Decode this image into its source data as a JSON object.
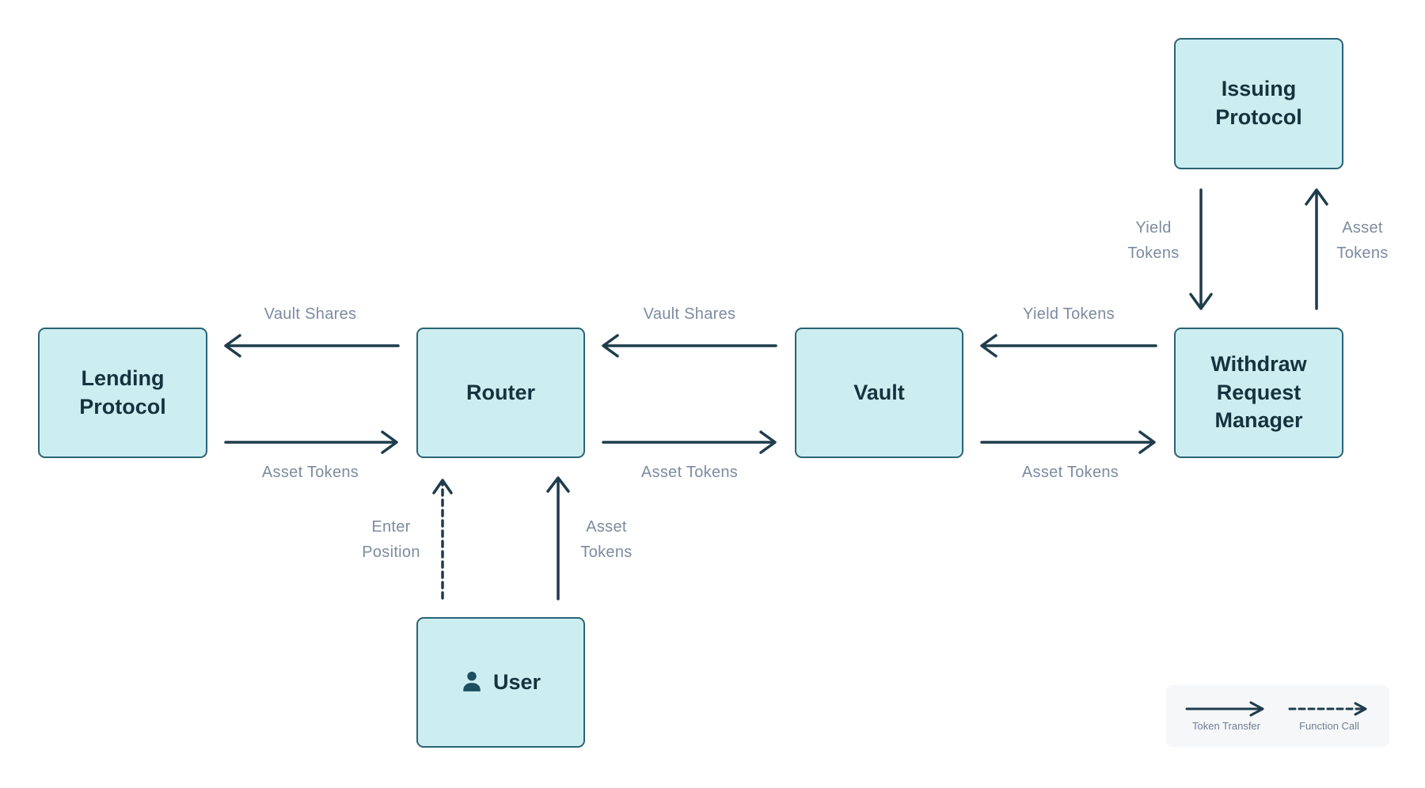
{
  "diagram": {
    "nodes": {
      "issuing_protocol": {
        "label": "Issuing Protocol"
      },
      "lending_protocol": {
        "label": "Lending Protocol"
      },
      "router": {
        "label": "Router"
      },
      "vault": {
        "label": "Vault"
      },
      "withdraw_request_manager": {
        "label": "Withdraw Request Manager"
      },
      "user": {
        "label": "User"
      }
    },
    "edge_labels": {
      "router_to_lending": "Vault Shares",
      "lending_to_router": "Asset Tokens",
      "vault_to_router": "Vault Shares",
      "router_to_vault": "Asset Tokens",
      "wrm_to_vault": "Yield Tokens",
      "vault_to_wrm": "Asset Tokens",
      "issuing_to_wrm": "Yield\nTokens",
      "wrm_to_issuing": "Asset\nTokens",
      "user_to_router_function_call": "Enter\nPosition",
      "user_to_router_token_transfer": "Asset\nTokens"
    },
    "legend": {
      "token_transfer_label": "Token Transfer",
      "function_call_label": "Function Call"
    },
    "icons": {
      "user_icon": "person-silhouette",
      "token_transfer_icon": "solid-arrow-right",
      "function_call_icon": "dashed-arrow-right"
    },
    "colors": {
      "node_fill": "#cdeef1",
      "node_border": "#2a6375",
      "node_text": "#14333e",
      "arrow": "#1e3c4c",
      "label_text": "#7d8ba1",
      "legend_bg": "#f6f7f8",
      "legend_text": "#6f7f95",
      "icon": "#1d4f60"
    }
  }
}
